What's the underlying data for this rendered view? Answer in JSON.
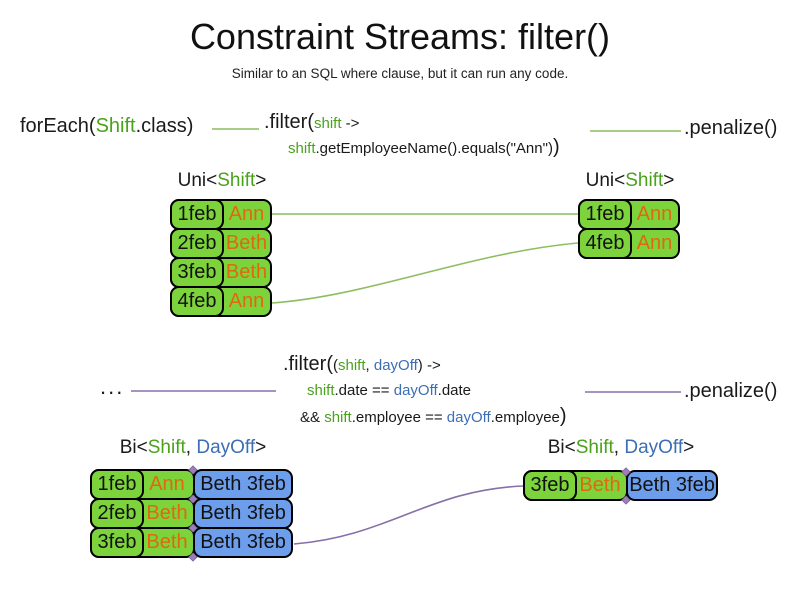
{
  "title": "Constraint Streams: filter()",
  "subtitle": "Similar to an SQL where clause, but it can run any code.",
  "colors": {
    "box_green": "#7cd33b",
    "box_blue": "#6d9eeb",
    "code_green": "#4aa21c",
    "code_blue": "#3c6eb5",
    "employee_orange": "#e0690b",
    "connector_green": "#8cbe5f",
    "connector_purple": "#8570a8",
    "text_black": "#1a1a1a"
  },
  "top_flow": {
    "foreach": {
      "pre": "forEach(",
      "type": "Shift",
      "post": ".class)"
    },
    "filter": {
      "head": ".filter(",
      "param": "shift",
      "arrow": " ->",
      "body_var": "shift",
      "body_rest": ".getEmployeeName().equals(\"Ann\")",
      "close": ")"
    },
    "penalize": ".penalize()"
  },
  "uni_left": {
    "label": {
      "pre": "Uni<",
      "type": "Shift",
      "post": ">"
    },
    "rows": [
      {
        "date": "1feb",
        "name": "Ann"
      },
      {
        "date": "2feb",
        "name": "Beth"
      },
      {
        "date": "3feb",
        "name": "Beth"
      },
      {
        "date": "4feb",
        "name": "Ann"
      }
    ]
  },
  "uni_right": {
    "label": {
      "pre": "Uni<",
      "type": "Shift",
      "post": ">"
    },
    "rows": [
      {
        "date": "1feb",
        "name": "Ann"
      },
      {
        "date": "4feb",
        "name": "Ann"
      }
    ]
  },
  "bottom_flow": {
    "source": "...",
    "filter": {
      "head": ".filter(",
      "open": "(",
      "param1": "shift",
      "sep": ", ",
      "param2": "dayOff",
      "close_params": ")",
      "arrow": " ->",
      "l2_var1": "shift",
      "l2_mid": ".date == ",
      "l2_var2": "dayOff",
      "l2_end": ".date",
      "l3_pre": "&& ",
      "l3_var1": "shift",
      "l3_mid": ".employee == ",
      "l3_var2": "dayOff",
      "l3_end": ".employee",
      "close": ")"
    },
    "penalize": ".penalize()"
  },
  "bi_left": {
    "label": {
      "pre": "Bi<",
      "type1": "Shift",
      "sep": ", ",
      "type2": "DayOff",
      "post": ">"
    },
    "rows": [
      {
        "date": "1feb",
        "name": "Ann",
        "pair": "Beth 3feb"
      },
      {
        "date": "2feb",
        "name": "Beth",
        "pair": "Beth 3feb"
      },
      {
        "date": "3feb",
        "name": "Beth",
        "pair": "Beth 3feb"
      }
    ]
  },
  "bi_right": {
    "label": {
      "pre": "Bi<",
      "type1": "Shift",
      "sep": ", ",
      "type2": "DayOff",
      "post": ">"
    },
    "rows": [
      {
        "date": "3feb",
        "name": "Beth",
        "pair": "Beth 3feb"
      }
    ]
  }
}
